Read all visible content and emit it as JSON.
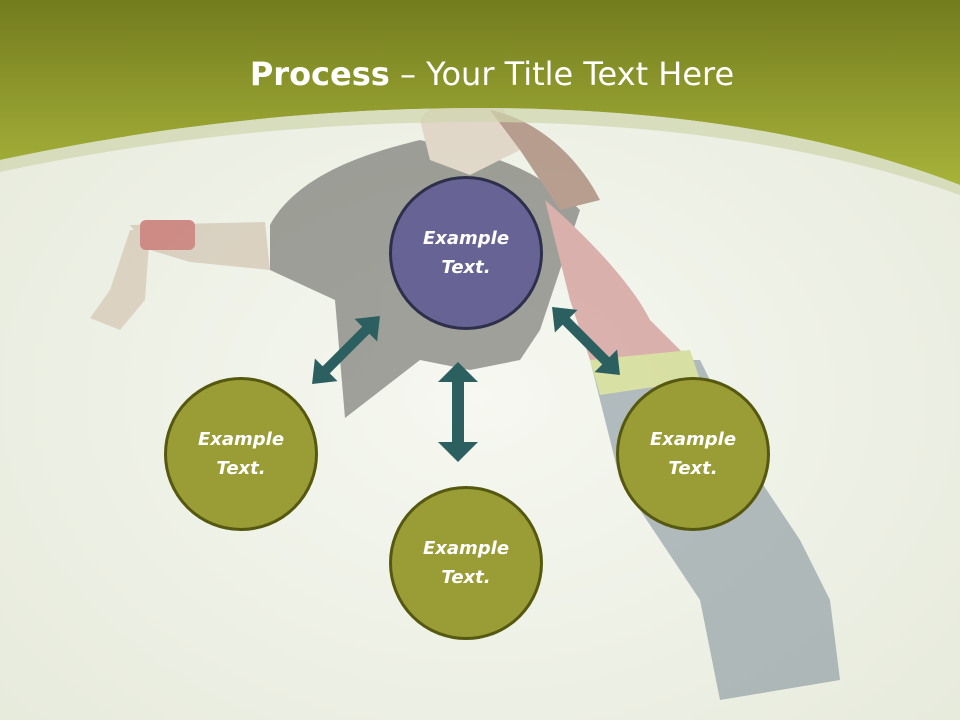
{
  "slide": {
    "title_bold": "Process",
    "title_rest": " – Your Title Text Here"
  },
  "diagram": {
    "center": {
      "line1": "Example",
      "line2": "Text."
    },
    "left": {
      "line1": "Example",
      "line2": "Text."
    },
    "bottom": {
      "line1": "Example",
      "line2": "Text."
    },
    "right": {
      "line1": "Example",
      "line2": "Text."
    }
  },
  "colors": {
    "header_green": "#9aa936",
    "center_circle": "#676495",
    "outer_circle": "#9a9c36",
    "arrow": "#2c5f60"
  }
}
